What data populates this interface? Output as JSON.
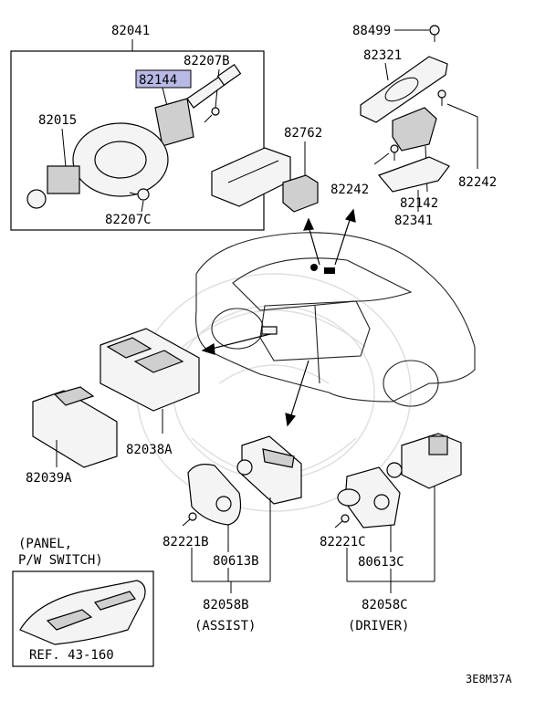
{
  "labels": {
    "p82041": "82041",
    "p82144": "82144",
    "p82207B": "82207B",
    "p82015": "82015",
    "p82207C": "82207C",
    "p88499": "88499",
    "p82321": "82321",
    "p82762": "82762",
    "p82242a": "82242",
    "p82242b": "82242",
    "p82142": "82142",
    "p82341": "82341",
    "p82038A": "82038A",
    "p82039A": "82039A",
    "p82221B": "82221B",
    "p80613B": "80613B",
    "p82058B": "82058B",
    "assist": "(ASSIST)",
    "p82221C": "82221C",
    "p80613C": "80613C",
    "p82058C": "82058C",
    "driver": "(DRIVER)",
    "panel_line1": "(PANEL,",
    "panel_line2": "P/W SWITCH)",
    "ref": "REF. 43-160",
    "diagram_code": "3E8M37A"
  },
  "colors": {
    "highlight": "#b9b9e6",
    "line": "#000000"
  }
}
